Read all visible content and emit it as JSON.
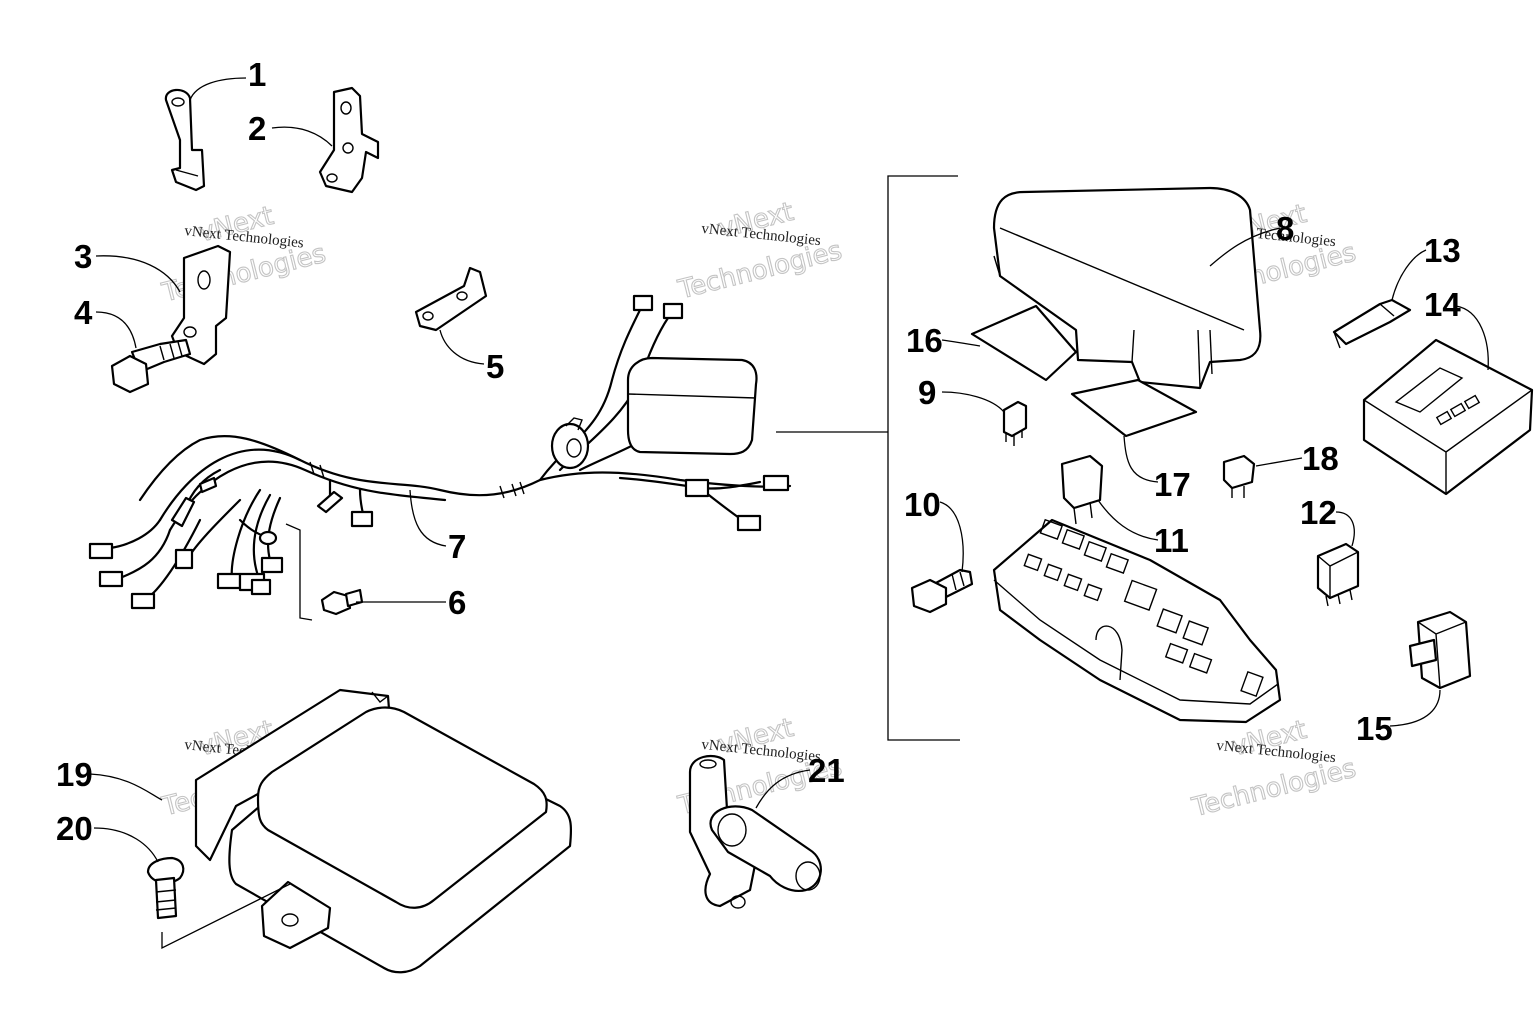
{
  "callouts": [
    "1",
    "2",
    "3",
    "4",
    "5",
    "6",
    "7",
    "8",
    "9",
    "10",
    "11",
    "12",
    "13",
    "14",
    "15",
    "16",
    "17",
    "18",
    "19",
    "20",
    "21"
  ],
  "watermark": {
    "brand": "vNext",
    "word": "Technologies",
    "line": "vNext Technologies"
  }
}
